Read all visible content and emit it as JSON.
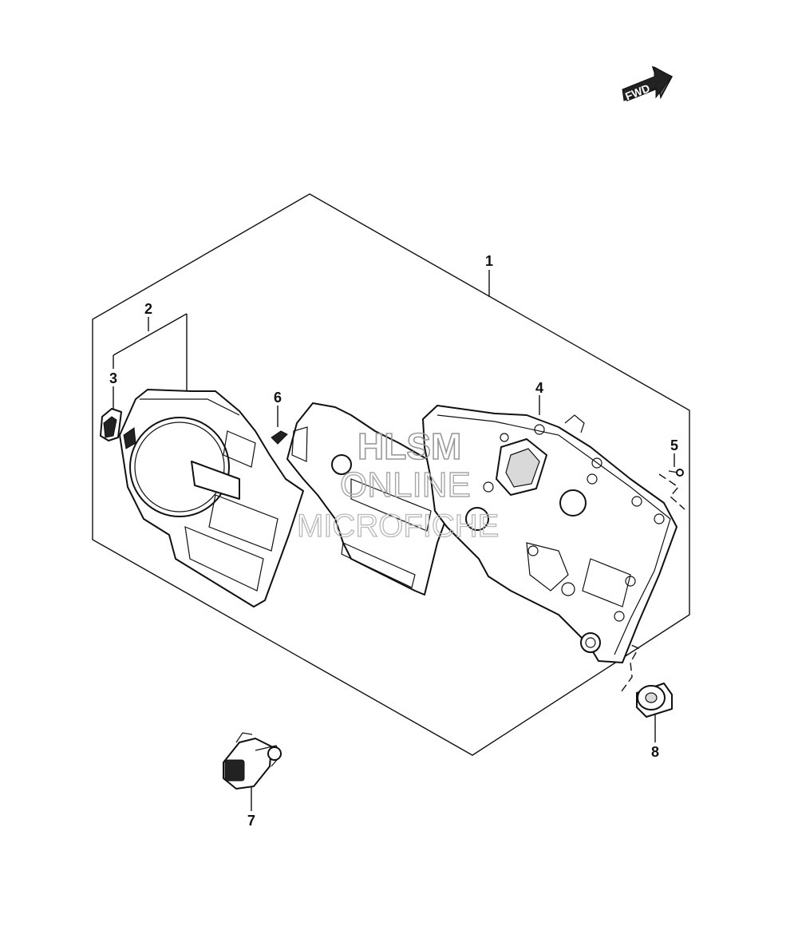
{
  "fwd_label": "FWD",
  "watermark": {
    "line1": "HLSM",
    "line2": "ONLINE",
    "line3": "MICROFICHE"
  },
  "callouts": {
    "c1": "1",
    "c2": "2",
    "c3": "3",
    "c4": "4",
    "c5": "5",
    "c6": "6",
    "c7": "7",
    "c8": "8"
  }
}
